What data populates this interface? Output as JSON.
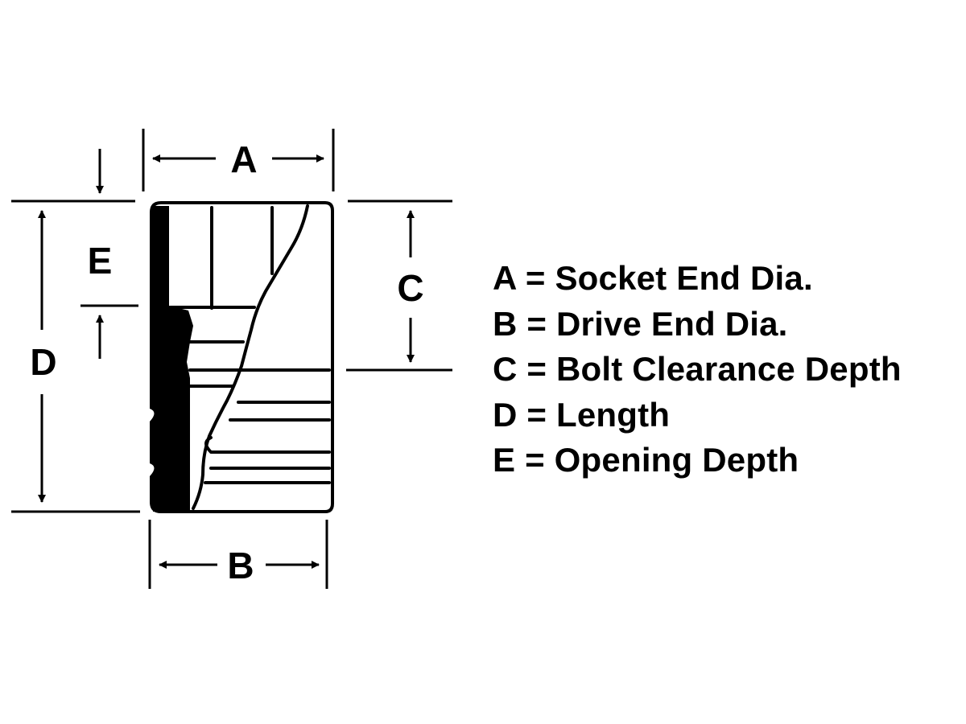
{
  "dimension_labels": {
    "a": "A",
    "b": "B",
    "c": "C",
    "d": "D",
    "e": "E"
  },
  "legend": [
    "A = Socket End Dia.",
    "B = Drive End Dia.",
    "C = Bolt Clearance Depth",
    "D = Length",
    "E = Opening Depth"
  ],
  "colors": {
    "ink": "#000000",
    "background": "#ffffff"
  }
}
